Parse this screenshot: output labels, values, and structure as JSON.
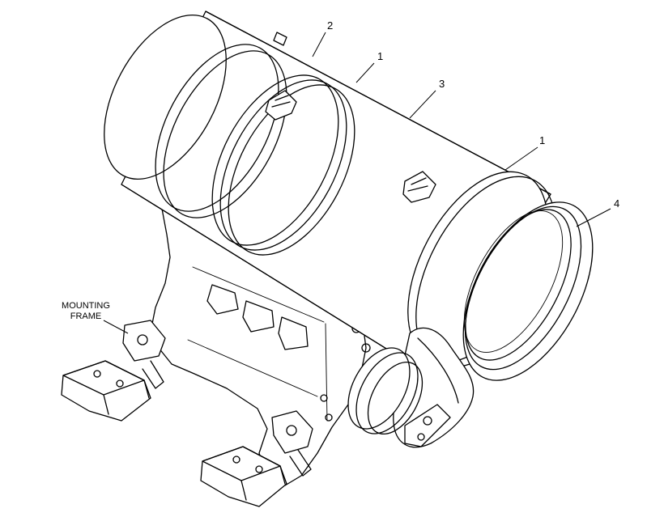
{
  "callouts": {
    "c2": "2",
    "c1a": "1",
    "c3": "3",
    "c1b": "1",
    "c4": "4"
  },
  "labels": {
    "mounting_line1": "MOUNTING",
    "mounting_line2": "FRAME"
  }
}
